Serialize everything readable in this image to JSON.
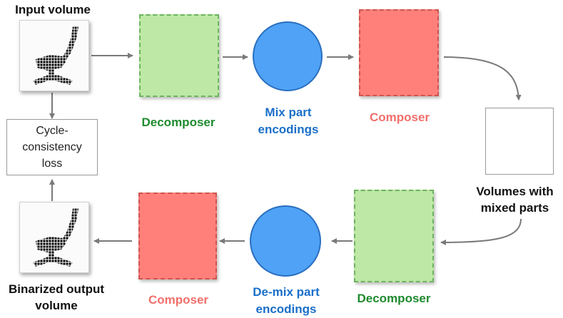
{
  "top_row": {
    "input_label": "Input volume",
    "decomposer_label": "Decomposer",
    "mix_label": "Mix part encodings",
    "composer_label": "Composer"
  },
  "right_side": {
    "mixed_label": "Volumes with mixed parts"
  },
  "bottom_row": {
    "decomposer_label": "Decomposer",
    "demix_label": "De-mix part encodings",
    "composer_label": "Composer",
    "output_label": "Binarized output volume"
  },
  "loss": {
    "label": "Cycle-consistency loss"
  },
  "icons": {
    "input_volume": "voxel-chair-icon",
    "output_volume": "voxel-chair-icon"
  },
  "colors": {
    "decomposer": "#bde8a5",
    "composer": "#ff7f7a",
    "encoding": "#4fa2f5",
    "decomposer_text": "#1f8a2e",
    "encoding_text": "#1a6fc9",
    "composer_text": "#f06f6b"
  }
}
